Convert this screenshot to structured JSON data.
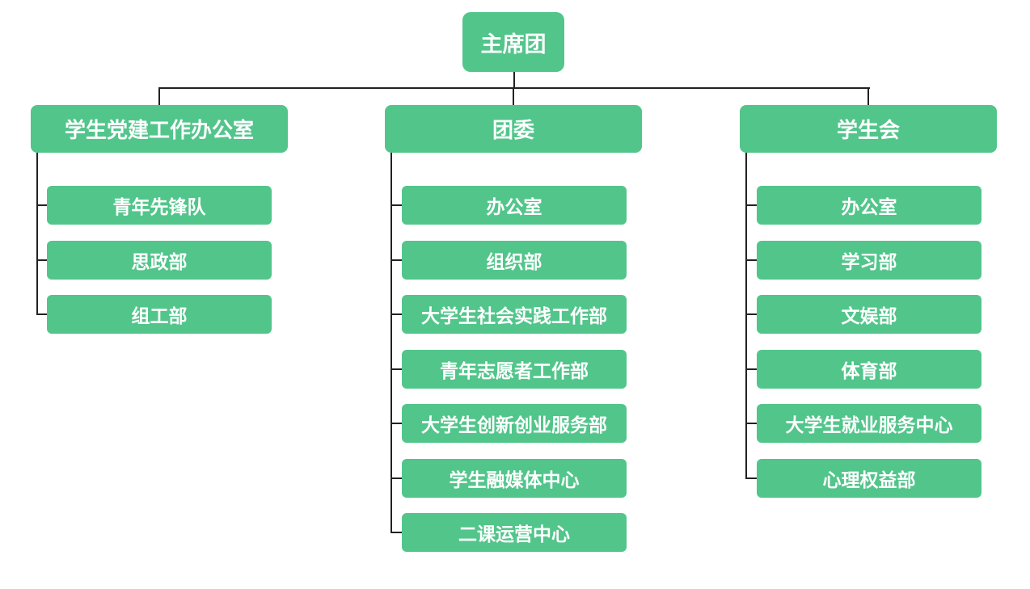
{
  "root": {
    "label": "主席团"
  },
  "branches": [
    {
      "label": "学生党建工作办公室",
      "children": [
        "青年先锋队",
        "思政部",
        "组工部"
      ]
    },
    {
      "label": "团委",
      "children": [
        "办公室",
        "组织部",
        "大学生社会实践工作部",
        "青年志愿者工作部",
        "大学生创新创业服务部",
        "学生融媒体中心",
        "二课运营中心"
      ]
    },
    {
      "label": "学生会",
      "children": [
        "办公室",
        "学习部",
        "文娱部",
        "体育部",
        "大学生就业服务中心",
        "心理权益部"
      ]
    }
  ],
  "colors": {
    "box": "#52c58b",
    "text": "#ffffff",
    "line": "#222222"
  }
}
